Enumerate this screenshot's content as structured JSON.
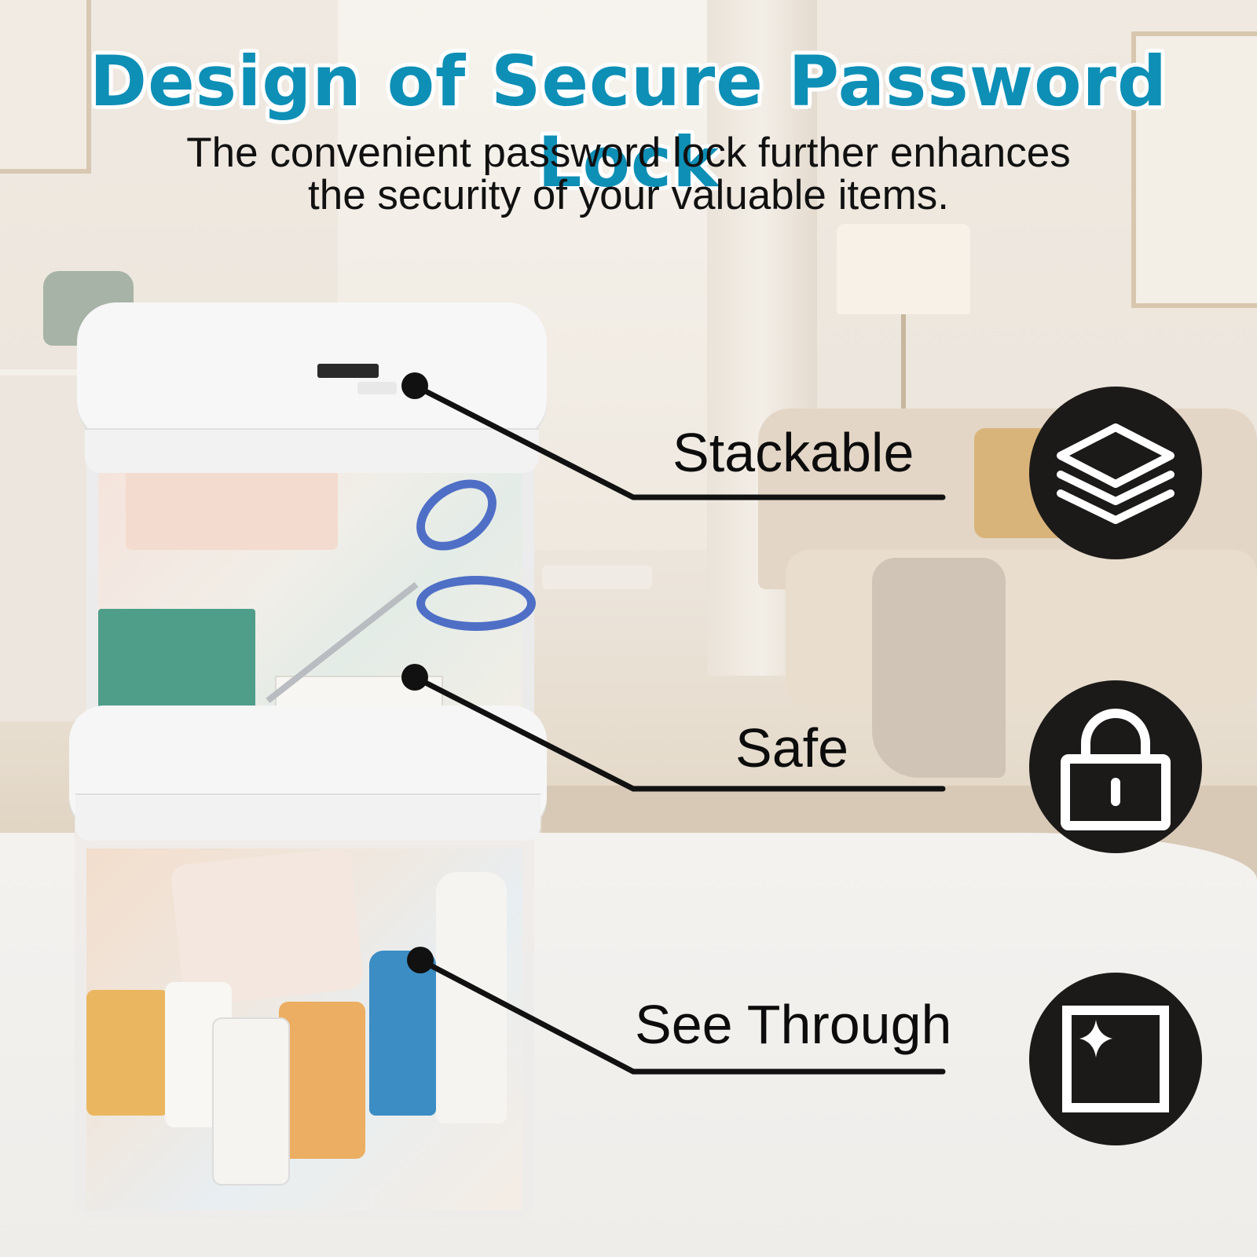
{
  "title": "Design of Secure Password Lock",
  "subtitle_line1": "The convenient password lock further enhances",
  "subtitle_line2": "the security of your valuable items.",
  "features": [
    {
      "label": "Stackable",
      "icon": "layers-icon"
    },
    {
      "label": "Safe",
      "icon": "lock-icon"
    },
    {
      "label": "See Through",
      "icon": "see-through-window-icon"
    }
  ],
  "colors": {
    "title": "#0e8fb6",
    "title_outline": "#ffffff",
    "text": "#111111",
    "icon_bg": "#1c1a19",
    "icon_fg": "#ffffff"
  }
}
